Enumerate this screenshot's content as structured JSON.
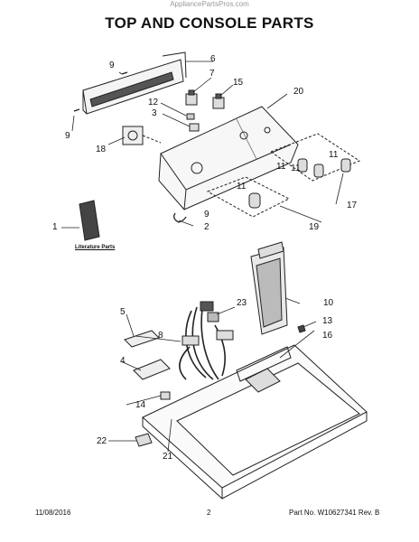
{
  "site": "AppliancePartsPros.com",
  "title": "TOP AND CONSOLE PARTS",
  "literature_label": "Literature Parts",
  "footer": {
    "date": "11/08/2016",
    "page": "2",
    "part_no": "Part No.  W10627341   Rev.  B"
  },
  "callouts": [
    "9",
    "6",
    "7",
    "15",
    "20",
    "12",
    "3",
    "9",
    "18",
    "11",
    "11",
    "11",
    "17",
    "1",
    "11",
    "9",
    "2",
    "19",
    "10",
    "23",
    "5",
    "13",
    "8",
    "16",
    "4",
    "14",
    "22",
    "21"
  ]
}
